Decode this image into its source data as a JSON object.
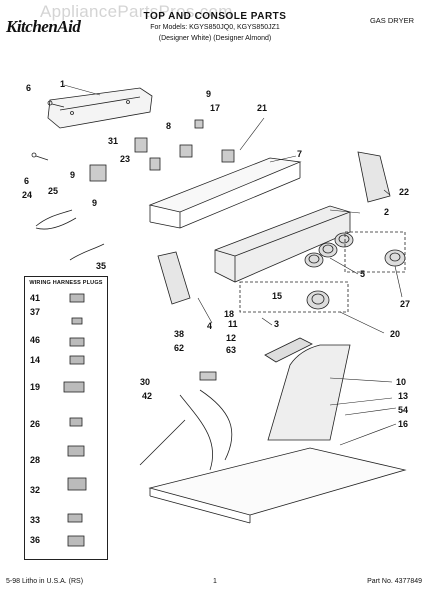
{
  "header": {
    "brand": "KitchenAid",
    "title": "TOP AND CONSOLE PARTS",
    "model_line": "For Models: KGYS850JQ0, KGYS850JZ1",
    "variant_line": "(Designer White)   (Designer Almond)",
    "dryer_type": "GAS DRYER",
    "watermark": "AppliancePartsPros.com"
  },
  "footer": {
    "left": "5-98 Litho in U.S.A. (RS)",
    "page": "1",
    "right": "Part No. 4377849"
  },
  "harness_box": {
    "title": "WIRING HARNESS PLUGS",
    "callouts": [
      "41",
      "37",
      "46",
      "14",
      "19",
      "26",
      "28",
      "32",
      "33",
      "36"
    ]
  },
  "callouts": {
    "c1": "1",
    "c6a": "6",
    "c6b": "6",
    "c24": "24",
    "c9a": "9",
    "c9b": "9",
    "c9c": "9",
    "c17": "17",
    "c21": "21",
    "c8": "8",
    "c31": "31",
    "c23": "23",
    "c7": "7",
    "c25": "25",
    "c22": "22",
    "c2": "2",
    "c35": "35",
    "c5": "5",
    "c27": "27",
    "c15": "15",
    "c18": "18",
    "c3": "3",
    "c4": "4",
    "c11": "11",
    "c12": "12",
    "c20": "20",
    "c38": "38",
    "c62": "62",
    "c63": "63",
    "c30": "30",
    "c42": "42",
    "c10": "10",
    "c13": "13",
    "c54": "54",
    "c16": "16"
  }
}
